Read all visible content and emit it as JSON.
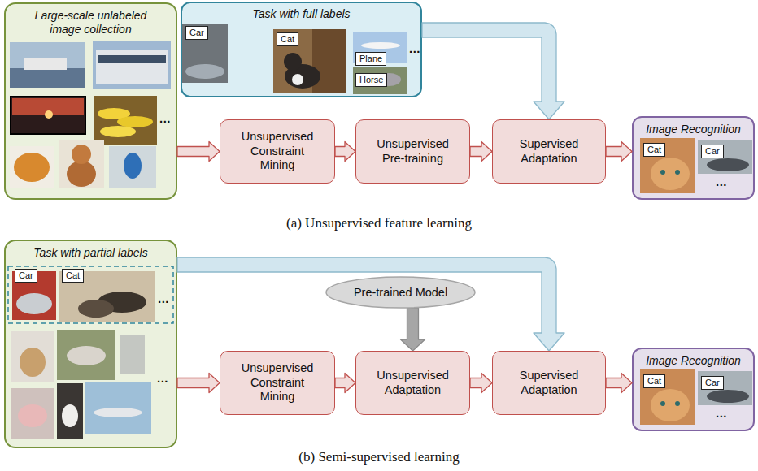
{
  "diagram": {
    "nodes": [
      {
        "text": [
          "Large-scale unlabeled image collection",
          "..."
        ]
      },
      {
        "text": [
          "Task with full labels",
          "..."
        ]
      },
      {
        "text": [
          "Car"
        ],
        "in": 1
      },
      {
        "text": [
          "Cat"
        ],
        "in": 1
      },
      {
        "text": [
          "Plane"
        ],
        "in": 1
      },
      {
        "text": [
          "Horse"
        ],
        "in": 1
      },
      {
        "text": [
          "Unsupervised Constraint Mining"
        ]
      },
      {
        "text": [
          "Unsupervised Pre-training"
        ]
      },
      {
        "text": [
          "Supervised Adaptation"
        ]
      },
      {
        "text": [
          "Image Recognition",
          "..."
        ]
      },
      {
        "text": [
          "Cat"
        ],
        "in": 9
      },
      {
        "text": [
          "Car"
        ],
        "in": 9
      },
      {
        "text": [
          "Task with partial labels",
          "...",
          "..."
        ]
      },
      {
        "text": [
          "Car"
        ],
        "in": 12
      },
      {
        "text": [
          "Cat"
        ],
        "in": 12
      },
      {
        "text": [
          "Pre-trained Model"
        ]
      },
      {
        "text": [
          "Unsupervised Constraint Mining"
        ]
      },
      {
        "text": [
          "Unsupervised Adaptation"
        ]
      },
      {
        "text": [
          "Supervised Adaptation"
        ]
      },
      {
        "text": [
          "Image Recognition",
          "..."
        ]
      },
      {
        "text": [
          "Cat"
        ],
        "in": 19
      },
      {
        "text": [
          "Car"
        ],
        "in": 19
      }
    ],
    "edges": [
      {
        "from": 0,
        "to": 6,
        "arrow": "to"
      },
      {
        "from": 6,
        "to": 7,
        "arrow": "to"
      },
      {
        "from": 7,
        "to": 8,
        "arrow": "to"
      },
      {
        "from": 8,
        "to": 9,
        "arrow": "to"
      },
      {
        "from": 1,
        "to": 8,
        "arrow": "to"
      },
      {
        "from": 12,
        "to": 16,
        "arrow": "to"
      },
      {
        "from": 16,
        "to": 17,
        "arrow": "to"
      },
      {
        "from": 17,
        "to": 18,
        "arrow": "to"
      },
      {
        "from": 18,
        "to": 19,
        "arrow": "to"
      },
      {
        "from": 12,
        "to": 18,
        "arrow": "to"
      },
      {
        "from": 15,
        "to": 17,
        "arrow": "to"
      }
    ],
    "labels": [
      "(a) Unsupervised feature learning",
      "(b) Semi-supervised learning"
    ]
  }
}
